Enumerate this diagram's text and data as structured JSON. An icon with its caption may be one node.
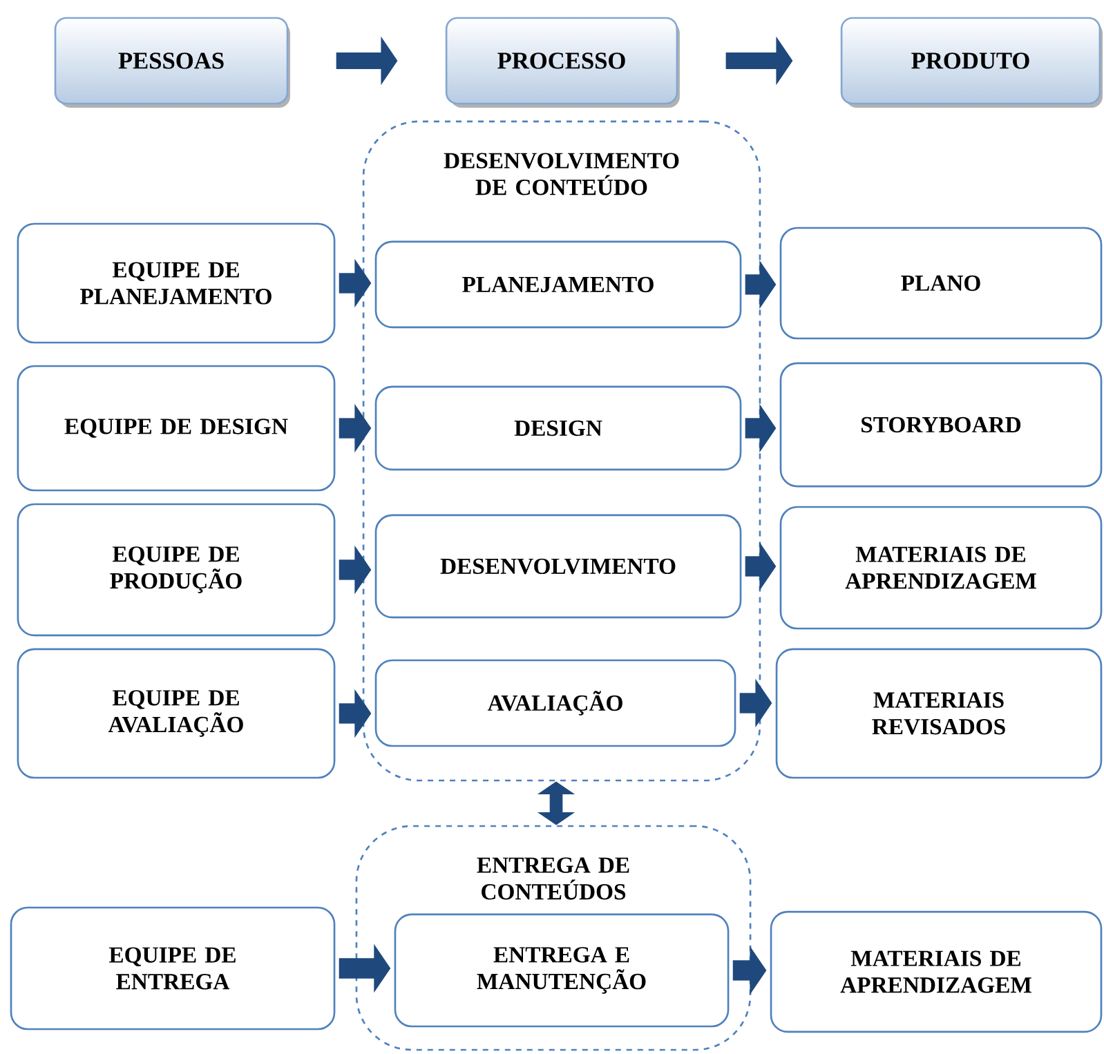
{
  "diagram": {
    "nodes": [
      {
        "text": [
          "PESSOAS"
        ]
      },
      {
        "text": [
          "PROCESSO"
        ]
      },
      {
        "text": [
          "PRODUTO"
        ]
      },
      {
        "text": [
          "DESENVOLVIMENTO DE CONTEÚDO"
        ]
      },
      {
        "text": [
          "EQUIPE DE PLANEJAMENTO"
        ]
      },
      {
        "text": [
          "PLANEJAMENTO"
        ],
        "in": 3
      },
      {
        "text": [
          "PLANO"
        ]
      },
      {
        "text": [
          "EQUIPE DE DESIGN"
        ]
      },
      {
        "text": [
          "DESIGN"
        ],
        "in": 3
      },
      {
        "text": [
          "STORYBOARD"
        ]
      },
      {
        "text": [
          "EQUIPE DE PRODUÇÃO"
        ]
      },
      {
        "text": [
          "DESENVOLVIMENTO"
        ],
        "in": 3
      },
      {
        "text": [
          "MATERIAIS DE APRENDIZAGEM"
        ]
      },
      {
        "text": [
          "EQUIPE DE AVALIAÇÃO"
        ]
      },
      {
        "text": [
          "AVALIAÇÃO"
        ],
        "in": 3
      },
      {
        "text": [
          "MATERIAIS REVISADOS"
        ]
      },
      {
        "text": [
          "ENTREGA DE CONTEÚDOS"
        ]
      },
      {
        "text": [
          "EQUIPE DE ENTREGA"
        ]
      },
      {
        "text": [
          "ENTREGA E MANUTENÇÃO"
        ],
        "in": 16
      },
      {
        "text": [
          "MATERIAIS DE APRENDIZAGEM"
        ]
      }
    ],
    "edges": [
      {
        "from": 0,
        "to": 1,
        "arrow": "to"
      },
      {
        "from": 1,
        "to": 2,
        "arrow": "to"
      },
      {
        "from": 4,
        "to": 5,
        "arrow": "to"
      },
      {
        "from": 5,
        "to": 6,
        "arrow": "to"
      },
      {
        "from": 7,
        "to": 8,
        "arrow": "to"
      },
      {
        "from": 8,
        "to": 9,
        "arrow": "to"
      },
      {
        "from": 10,
        "to": 11,
        "arrow": "to"
      },
      {
        "from": 11,
        "to": 12,
        "arrow": "to"
      },
      {
        "from": 13,
        "to": 14,
        "arrow": "to"
      },
      {
        "from": 14,
        "to": 15,
        "arrow": "to"
      },
      {
        "from": 3,
        "to": 16,
        "arrow": "both"
      },
      {
        "from": 17,
        "to": 18,
        "arrow": "to"
      },
      {
        "from": 18,
        "to": 19,
        "arrow": "to"
      }
    ]
  }
}
